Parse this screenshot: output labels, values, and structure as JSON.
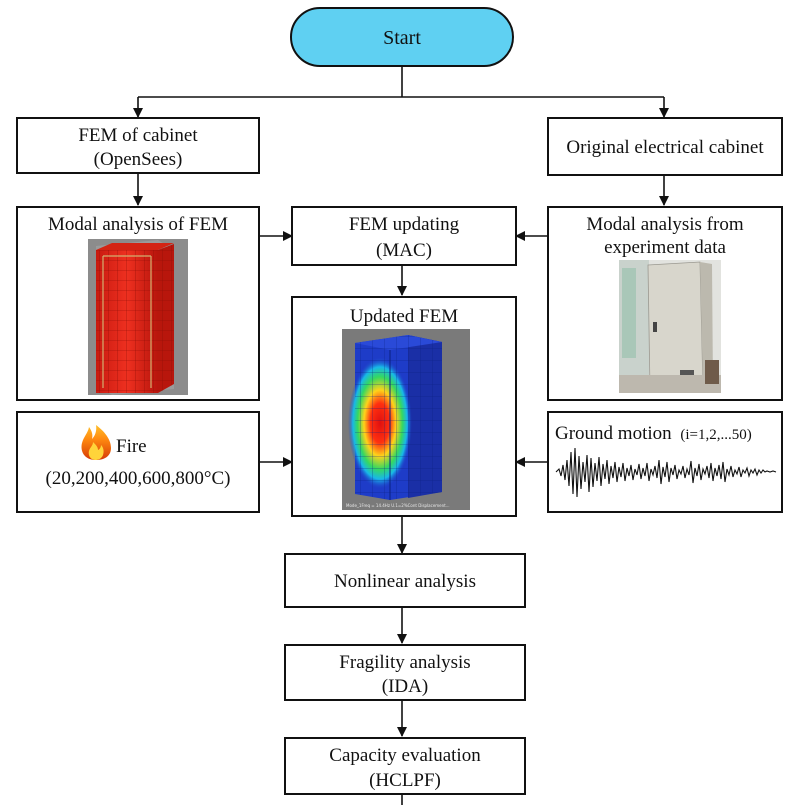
{
  "nodes": {
    "start": "Start",
    "fem_cabinet": {
      "line1": "FEM of cabinet",
      "line2": "(OpenSees)"
    },
    "original_cabinet": "Original electrical cabinet",
    "modal_fem": "Modal analysis of FEM",
    "fem_updating": {
      "line1": "FEM updating",
      "line2": "(MAC)"
    },
    "modal_experiment": {
      "line1": "Modal analysis from",
      "line2": "experiment data"
    },
    "updated_fem": "Updated FEM",
    "updated_fem_caption": "Mode_1Freq = 14.4Hz U.1=2%Cont Displacement...",
    "fire": {
      "line1": "Fire",
      "line2": "(20,200,400,600,800°C)"
    },
    "ground_motion": {
      "label": "Ground motion",
      "range": "(i=1,2,...50)"
    },
    "nonlinear": "Nonlinear analysis",
    "fragility": {
      "line1": "Fragility analysis",
      "line2": "(IDA)"
    },
    "capacity": {
      "line1": "Capacity evaluation",
      "line2": "(HCLPF)"
    }
  },
  "colors": {
    "start_fill": "#5fd0f2",
    "fem_red": "#e8281e",
    "contour_blue": "#1e3cc8",
    "photo_bg": "#d9d8d2",
    "stroke": "#111111"
  },
  "icons": {
    "fire": "fire-icon",
    "seismogram": "seismogram-icon"
  }
}
